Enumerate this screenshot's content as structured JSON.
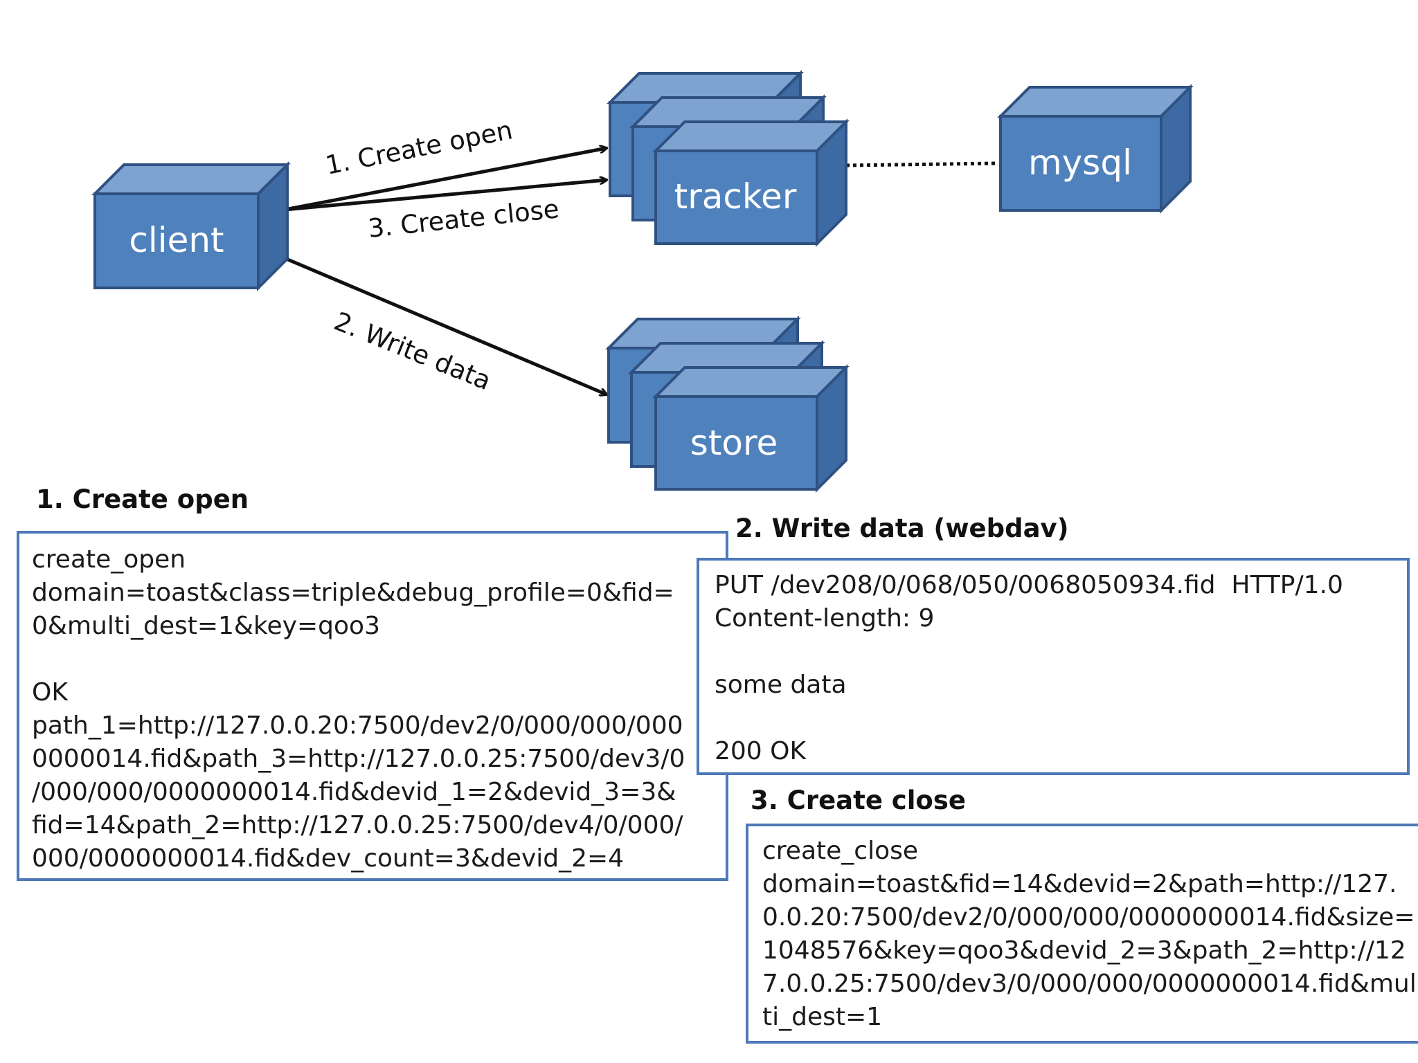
{
  "colors": {
    "node_front": "#4f81bd",
    "node_top": "#7ea3d1",
    "node_side": "#3d6aa3",
    "node_border": "#2f5182",
    "panel_border": "#4e79b8",
    "node_text": "#ffffff"
  },
  "nodes": {
    "client": "client",
    "tracker": "tracker",
    "mysql": "mysql",
    "store": "store"
  },
  "edges": {
    "create_open": "1. Create open",
    "create_close": "3. Create close",
    "write_data": "2. Write data"
  },
  "panels": {
    "create_open": {
      "title": "1. Create open",
      "body": "create_open\ndomain=toast&class=triple&debug_profile=0&fid=\n0&multi_dest=1&key=qoo3\n\nOK\npath_1=http://127.0.0.20:7500/dev2/0/000/000/000\n0000014.fid&path_3=http://127.0.0.25:7500/dev3/0\n/000/000/0000000014.fid&devid_1=2&devid_3=3&\nfid=14&path_2=http://127.0.0.25:7500/dev4/0/000/\n000/0000000014.fid&dev_count=3&devid_2=4"
    },
    "write_data": {
      "title": "2. Write data (webdav)",
      "body": "PUT /dev208/0/068/050/0068050934.fid  HTTP/1.0\nContent-length: 9\n\nsome data\n\n200 OK"
    },
    "create_close": {
      "title": "3. Create close",
      "body": "create_close\ndomain=toast&fid=14&devid=2&path=http://127.\n0.0.20:7500/dev2/0/000/000/0000000014.fid&size=\n1048576&key=qoo3&devid_2=3&path_2=http://12\n7.0.0.25:7500/dev3/0/000/000/0000000014.fid&mul\nti_dest=1"
    }
  }
}
